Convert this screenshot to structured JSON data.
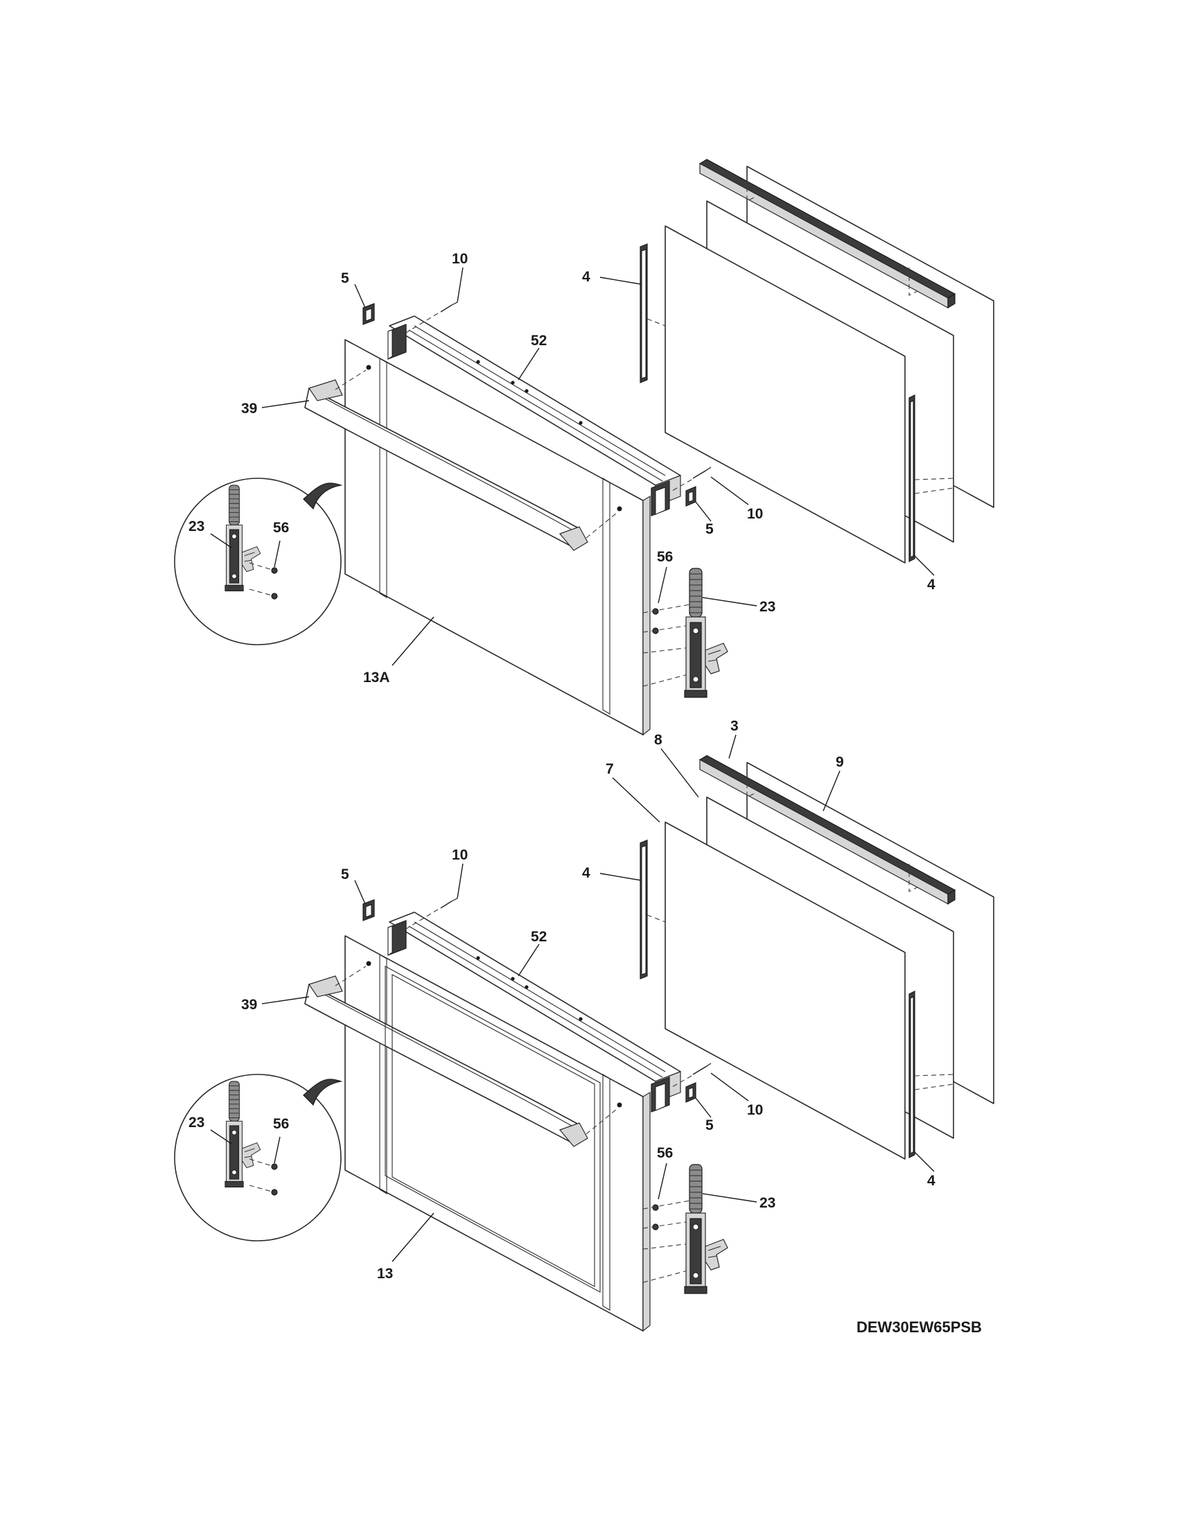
{
  "model_number": "DEW30EW65PSB",
  "upper_door": {
    "labels": {
      "spacer_left": "4",
      "spacer_right": "4",
      "bracket_left": "5",
      "bracket_right": "5",
      "screw_left": "10",
      "screw_right": "10",
      "top_trim": "52",
      "handle": "39",
      "inset_hinge": "23",
      "inset_screw": "56",
      "hinge": "23",
      "hinge_screw": "56",
      "door_panel": "13A"
    }
  },
  "lower_door": {
    "labels": {
      "glass_rail": "3",
      "glass_mid": "8",
      "glass_inner": "7",
      "glass_rear": "9",
      "spacer_left": "4",
      "spacer_right": "4",
      "bracket_left": "5",
      "bracket_right": "5",
      "screw_left": "10",
      "screw_right": "10",
      "top_trim": "52",
      "handle": "39",
      "inset_hinge": "23",
      "inset_screw": "56",
      "hinge": "23",
      "hinge_screw": "56",
      "door_panel": "13"
    }
  }
}
